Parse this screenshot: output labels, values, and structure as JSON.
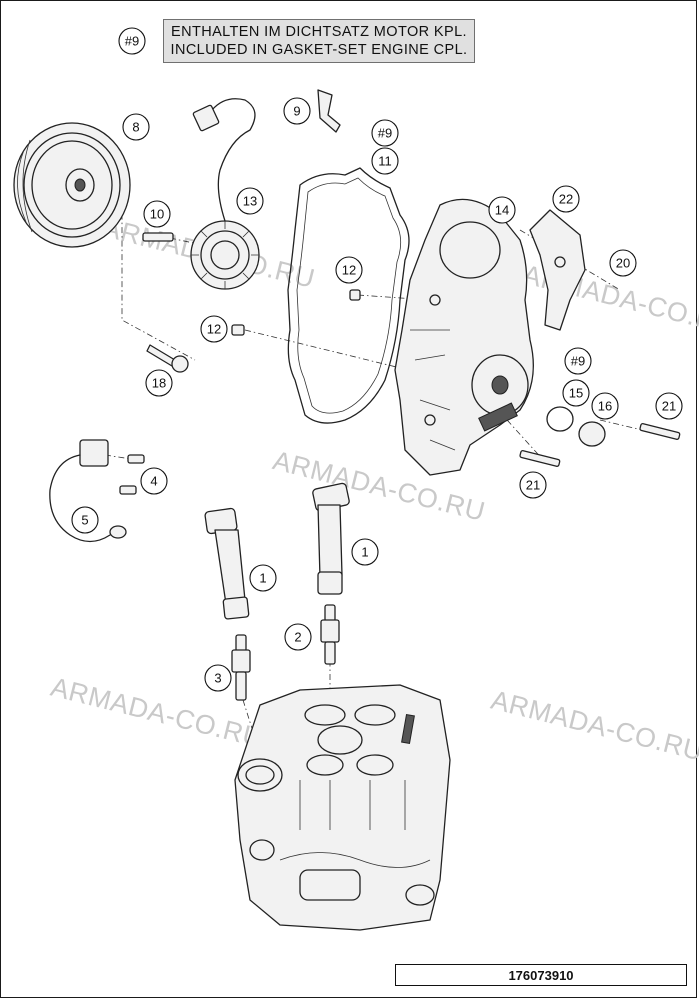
{
  "note": {
    "lines": [
      "ENTHALTEN IM DICHTSATZ MOTOR KPL.",
      "INCLUDED IN GASKET-SET ENGINE CPL."
    ],
    "ref_label": "#9"
  },
  "callouts": [
    {
      "id": "ref9-top",
      "label": "#9"
    },
    {
      "id": "part8",
      "label": "8"
    },
    {
      "id": "part9",
      "label": "9"
    },
    {
      "id": "ref9-gasket",
      "label": "#9"
    },
    {
      "id": "part11",
      "label": "11"
    },
    {
      "id": "part10",
      "label": "10"
    },
    {
      "id": "part13",
      "label": "13"
    },
    {
      "id": "part14",
      "label": "14"
    },
    {
      "id": "part22",
      "label": "22"
    },
    {
      "id": "part12-upper",
      "label": "12"
    },
    {
      "id": "part20",
      "label": "20"
    },
    {
      "id": "part12-lower",
      "label": "12"
    },
    {
      "id": "part18",
      "label": "18"
    },
    {
      "id": "ref9-seal",
      "label": "#9"
    },
    {
      "id": "part15",
      "label": "15"
    },
    {
      "id": "part16",
      "label": "16"
    },
    {
      "id": "part21-right",
      "label": "21"
    },
    {
      "id": "part4",
      "label": "4"
    },
    {
      "id": "part21-lower",
      "label": "21"
    },
    {
      "id": "part5",
      "label": "5"
    },
    {
      "id": "part1-right",
      "label": "1"
    },
    {
      "id": "part1-left",
      "label": "1"
    },
    {
      "id": "part2",
      "label": "2"
    },
    {
      "id": "part3",
      "label": "3"
    }
  ],
  "watermarks": [
    "ARMADA-CO.RU",
    "ARMADA-CO.RU",
    "ARMADA-CO.RU",
    "ARMADA-CO.RU"
  ],
  "drawing_code": "176073910"
}
